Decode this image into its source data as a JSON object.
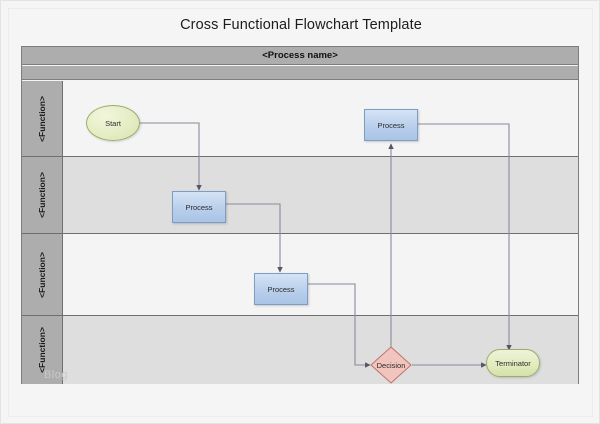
{
  "title": "Cross Functional Flowchart Template",
  "diagram": {
    "process_name": "<Process name>",
    "phase_bar_label": "",
    "watermark": "Blog",
    "lanes": [
      {
        "label": "<Function>"
      },
      {
        "label": "<Function>"
      },
      {
        "label": "<Function>"
      },
      {
        "label": "<Function>"
      }
    ],
    "nodes": [
      {
        "id": "start",
        "label": "Start",
        "type": "start",
        "lane": 1
      },
      {
        "id": "process1",
        "label": "Process",
        "type": "process",
        "lane": 2
      },
      {
        "id": "process2",
        "label": "Process",
        "type": "process",
        "lane": 3
      },
      {
        "id": "process3",
        "label": "Process",
        "type": "process",
        "lane": 1
      },
      {
        "id": "decision",
        "label": "Decision",
        "type": "decision",
        "lane": 4
      },
      {
        "id": "terminator",
        "label": "Terminator",
        "type": "terminator",
        "lane": 4
      }
    ],
    "connectors": [
      {
        "from": "start",
        "to": "process1"
      },
      {
        "from": "process1",
        "to": "process2"
      },
      {
        "from": "process2",
        "to": "decision"
      },
      {
        "from": "decision",
        "to": "process3"
      },
      {
        "from": "decision",
        "to": "terminator"
      },
      {
        "from": "process3",
        "to": "terminator"
      }
    ],
    "colors": {
      "lane_header": "#adadad",
      "lane_odd": "#f4f4f4",
      "lane_even": "#dedede",
      "process_fill": "#b9cfeb",
      "start_fill": "#e3ecc2",
      "decision_fill": "#f3c9c2",
      "terminator_fill": "#e1ebbe",
      "connector": "#6f6f80"
    }
  }
}
